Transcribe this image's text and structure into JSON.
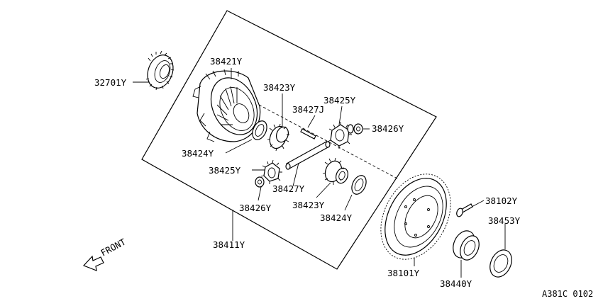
{
  "diagram": {
    "part_labels": {
      "p32701": "32701Y",
      "p38421": "38421Y",
      "p38423_a": "38423Y",
      "p38427J": "38427J",
      "p38425_a": "38425Y",
      "p38426_a": "38426Y",
      "p38424_a": "38424Y",
      "p38425_b": "38425Y",
      "p38427Y": "38427Y",
      "p38426_b": "38426Y",
      "p38423_b": "38423Y",
      "p38424_b": "38424Y",
      "p38411": "38411Y",
      "p38101": "38101Y",
      "p38102": "38102Y",
      "p38453": "38453Y",
      "p38440": "38440Y"
    },
    "front_label": "FRONT",
    "diagram_code": "A381C 0102"
  }
}
